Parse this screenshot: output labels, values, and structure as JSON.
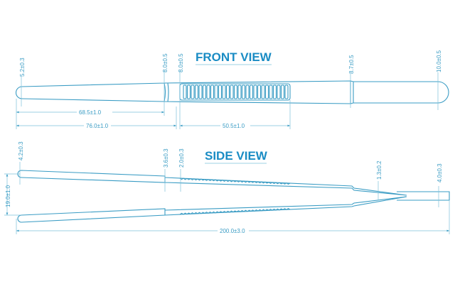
{
  "front_view": {
    "title": "FRONT VIEW",
    "dims": {
      "tip_width": "5.2±0.3",
      "mid_width_a": "8.0±0.5",
      "mid_width_b": "8.0±0.5",
      "collar_width": "8.7±0.5",
      "end_width": "10.0±0.5",
      "length_tip": "68.5±1.0",
      "length_half": "76.0±1.0",
      "grip_length": "50.5±1.0"
    }
  },
  "side_view": {
    "title": "SIDE VIEW",
    "dims": {
      "tip_thickness": "4.2±0.3",
      "mid_thickness": "3.6±0.3",
      "grip_thickness": "2.0±0.3",
      "gap": "1.3±0.2",
      "end_thickness": "4.0±0.3",
      "opening": "19.0±1.0",
      "total_length": "200.0±3.0"
    }
  },
  "colors": {
    "line": "#3a9cc4",
    "title": "#1a8cc4"
  }
}
